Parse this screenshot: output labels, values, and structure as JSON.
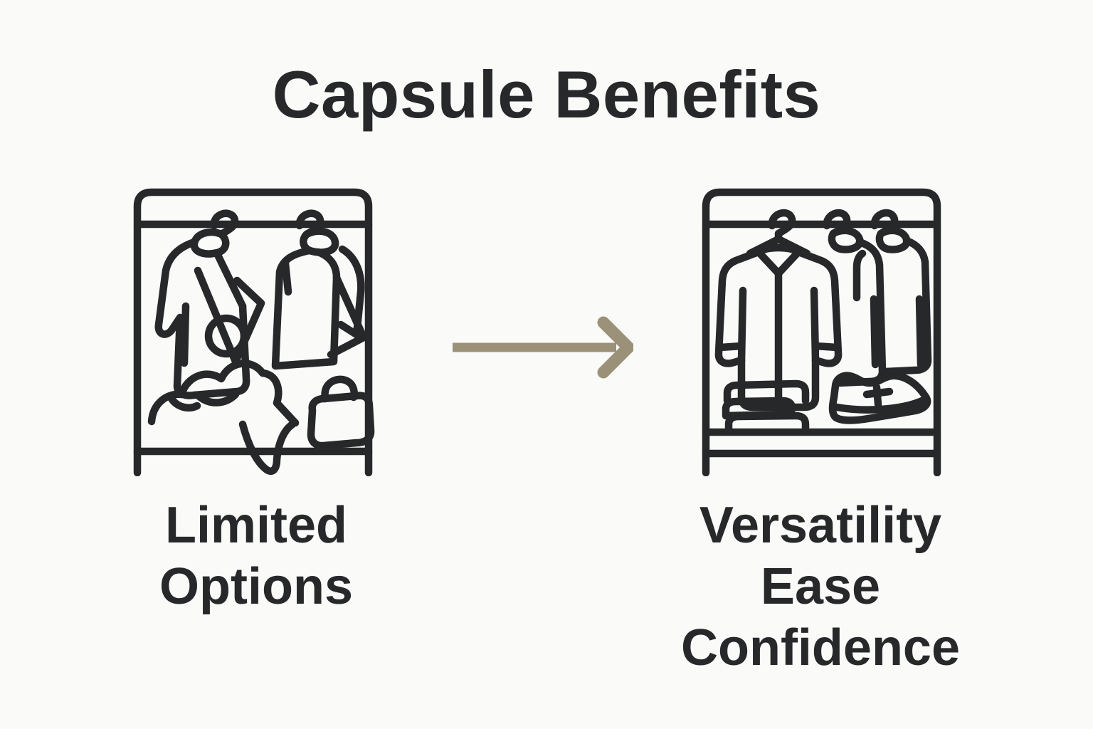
{
  "header": {
    "title": "Capsule Benefits"
  },
  "colors": {
    "background": "#fafaf9",
    "ink": "#26282a",
    "arrow": "#9a9178"
  },
  "comparison": {
    "before": {
      "icon": "messy-wardrobe-icon",
      "label_lines": {
        "0": "Limited",
        "1": "Options"
      }
    },
    "arrow_icon": "arrow-right-icon",
    "after": {
      "icon": "organized-wardrobe-icon",
      "label_lines": {
        "0": "Versatility",
        "1": "Ease",
        "2": "Confidence"
      }
    }
  }
}
